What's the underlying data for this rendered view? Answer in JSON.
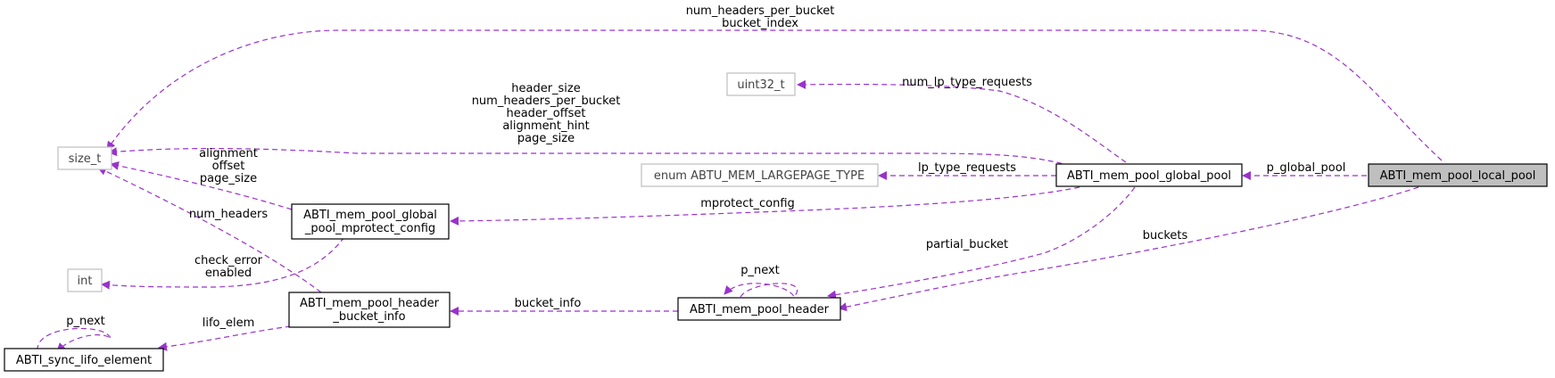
{
  "nodes": {
    "size_t": "size_t",
    "uint32_t": "uint32_t",
    "int": "int",
    "enum_largepage": "enum ABTU_MEM_LARGEPAGE_TYPE",
    "global_pool": "ABTI_mem_pool_global_pool",
    "local_pool": "ABTI_mem_pool_local_pool",
    "mprotect_config": [
      "ABTI_mem_pool_global",
      "_pool_mprotect_config"
    ],
    "bucket_info": [
      "ABTI_mem_pool_header",
      "_bucket_info"
    ],
    "header": "ABTI_mem_pool_header",
    "lifo_element": "ABTI_sync_lifo_element"
  },
  "edges": {
    "local_to_size_t": [
      "num_headers_per_bucket",
      "bucket_index"
    ],
    "global_to_size_t": [
      "header_size",
      "num_headers_per_bucket",
      "header_offset",
      "alignment_hint",
      "page_size"
    ],
    "global_to_uint32": "num_lp_type_requests",
    "global_to_enum": "lp_type_requests",
    "local_to_global": "p_global_pool",
    "global_to_mprotect": "mprotect_config",
    "mprotect_to_size_t": [
      "alignment",
      "offset",
      "page_size"
    ],
    "bucket_info_to_size_t": "num_headers",
    "mprotect_to_int": [
      "check_error",
      "enabled"
    ],
    "global_to_header": "partial_bucket",
    "local_to_header": "buckets",
    "header_self": "p_next",
    "header_to_bucket_info": "bucket_info",
    "bucket_info_to_lifo": "lifo_elem",
    "lifo_self": "p_next"
  },
  "colors": {
    "edge": "#9a32cd",
    "focus_fill": "#bfbfbf",
    "external_border": "#bfbfbf"
  }
}
